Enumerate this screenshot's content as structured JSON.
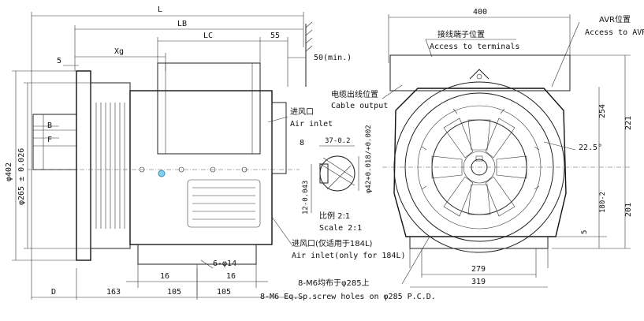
{
  "dims": {
    "L": "L",
    "LB": "LB",
    "LC": "LC",
    "d55": "55",
    "Xg": "Xg",
    "d5": "5",
    "clearance": "50(min.)",
    "B": "B",
    "F": "F",
    "phi402": "φ402",
    "phi265": "φ265 ± 0.026",
    "D": "D",
    "d163": "163",
    "d105a": "105",
    "d105b": "105",
    "d16a": "16",
    "d16b": "16",
    "holes6": "6-φ14",
    "w400": "400",
    "h221": "221",
    "h254": "254",
    "h201": "201",
    "h180": "180-2",
    "d5r": "5",
    "angle": "22.5°",
    "w279": "279",
    "w319": "319",
    "shaft8": "8",
    "shaft37": "37-0.2",
    "shaft42": "φ42+0.018/+0.002",
    "shaft12": "12-0.043"
  },
  "labels": {
    "avr_cn": "AVR位置",
    "avr_en": "Access to AVR",
    "terminals_cn": "接线端子位置",
    "terminals_en": "Access to terminals",
    "cable_cn": "电缆出线位置",
    "cable_en": "Cable output",
    "inlet_cn": "进风口",
    "inlet_en": "Air inlet",
    "scale_cn": "比例 2:1",
    "scale_en": "Scale 2:1",
    "inlet2_cn": "进风口(仅适用于184L)",
    "inlet2_en": "Air inlet(only for 184L)",
    "screws_cn": "8-M6均布于φ285上",
    "screws_en": "8-M6 Eq.Sp.screw holes on φ285 P.C.D."
  }
}
